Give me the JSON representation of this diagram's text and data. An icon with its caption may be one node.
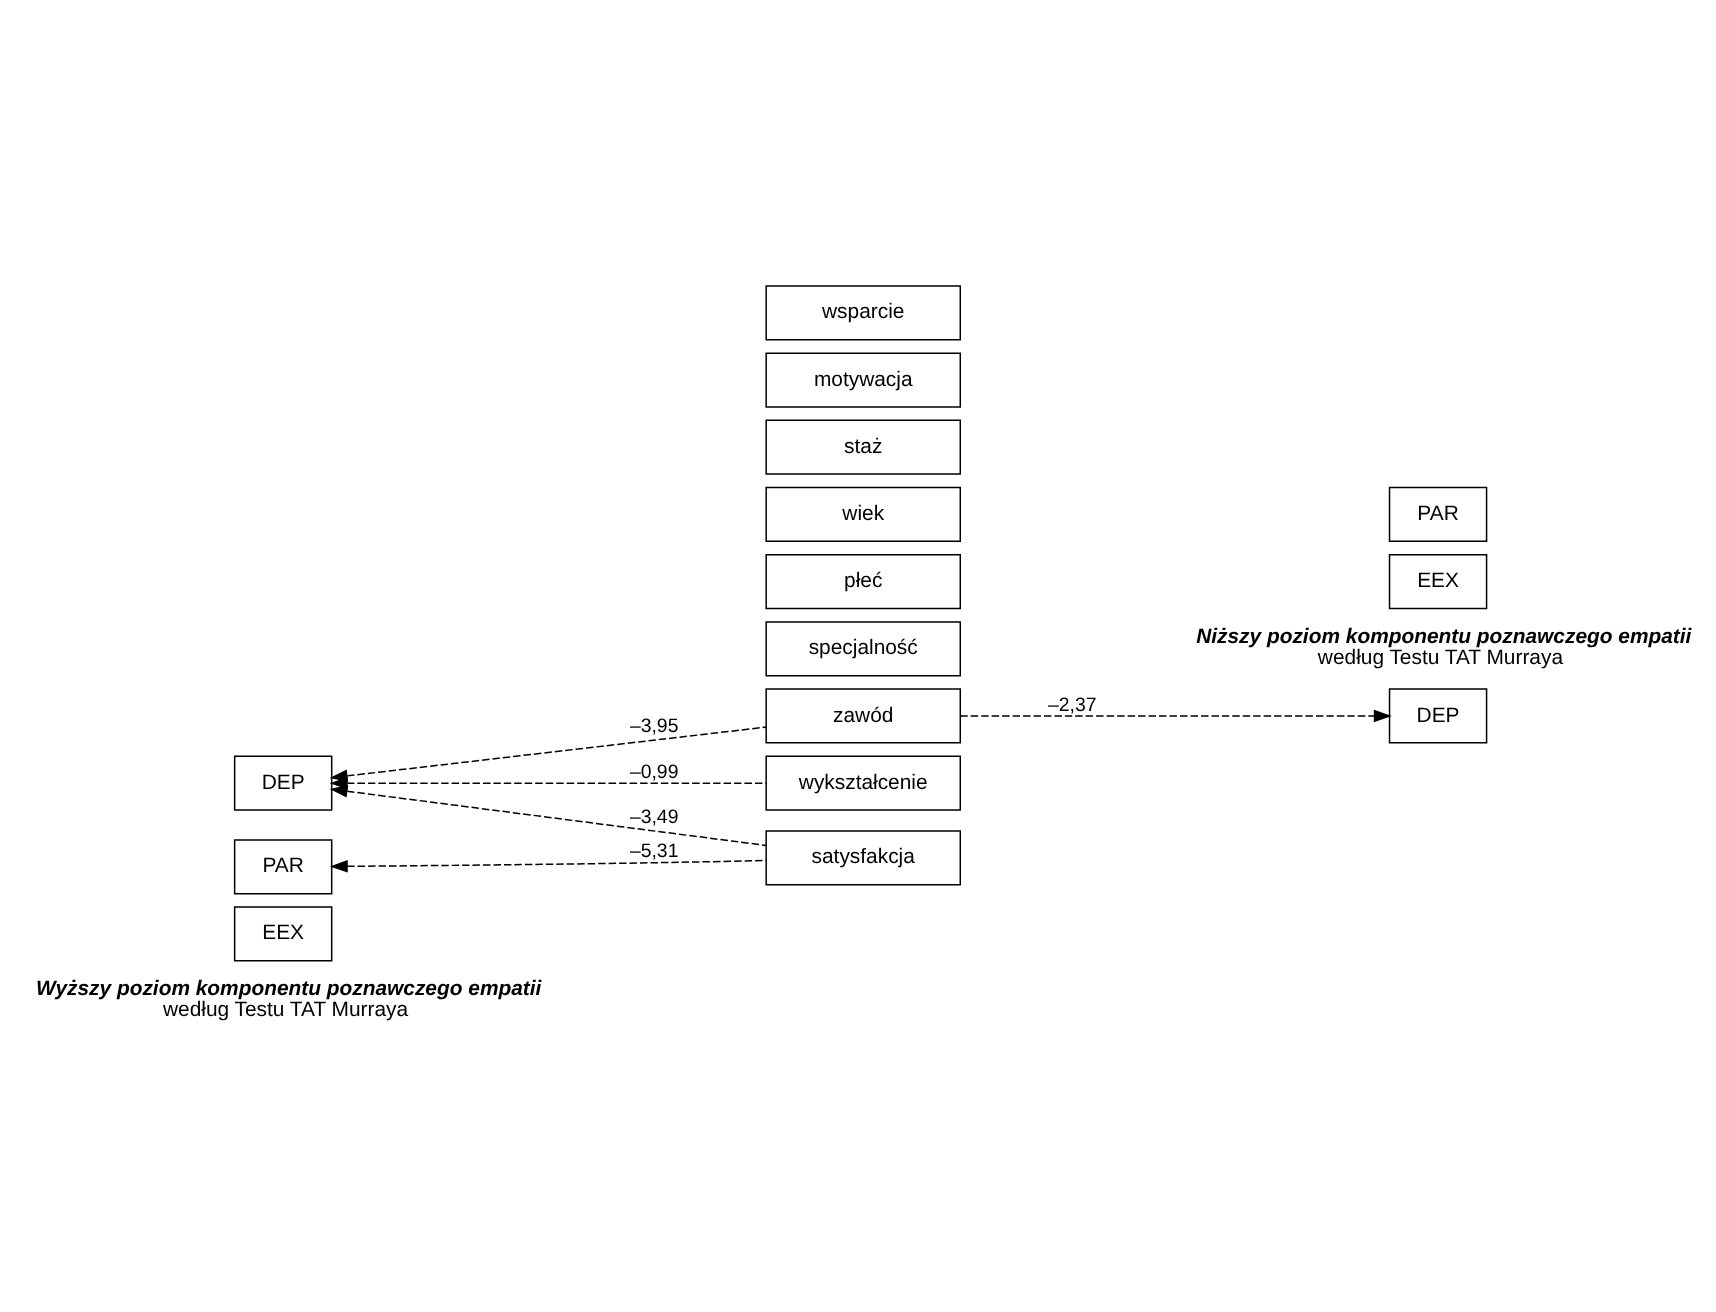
{
  "diagram": {
    "nodes": [
      {
        "text": [
          "EEX"
        ]
      },
      {
        "text": [
          "DEP"
        ]
      },
      {
        "text": [
          "PAR"
        ]
      },
      {
        "text": [
          "zawód"
        ]
      },
      {
        "text": [
          "wykształcenie"
        ]
      },
      {
        "text": [
          "specjalność"
        ]
      },
      {
        "text": [
          "płeć"
        ]
      },
      {
        "text": [
          "wiek"
        ]
      },
      {
        "text": [
          "staż"
        ]
      },
      {
        "text": [
          "satysfakcja"
        ]
      },
      {
        "text": [
          "motywacja"
        ]
      },
      {
        "text": [
          "wsparcie"
        ]
      },
      {
        "text": [
          "EEX"
        ]
      },
      {
        "text": [
          "DEP"
        ]
      },
      {
        "text": [
          "PAR"
        ]
      }
    ],
    "edges": [
      {
        "from": 3,
        "to": 1,
        "arrow": "to",
        "label": "–3,95",
        "style": "dashed"
      },
      {
        "from": 4,
        "to": 1,
        "arrow": "to",
        "label": "–0,99",
        "style": "dashed"
      },
      {
        "from": 9,
        "to": 1,
        "arrow": "to",
        "label": "–3,49",
        "style": "dashed"
      },
      {
        "from": 9,
        "to": 2,
        "arrow": "to",
        "label": "–5,31",
        "style": "dashed"
      },
      {
        "from": 3,
        "to": 13,
        "arrow": "to",
        "label": "–2,37",
        "style": "dashed"
      }
    ],
    "labels": [
      "Wyższy poziom komponentu poznawczego empatii",
      "według Testu TAT Murraya",
      "Niższy poziom komponentu poznawczego empatii",
      "według Testu TAT Murraya"
    ]
  }
}
